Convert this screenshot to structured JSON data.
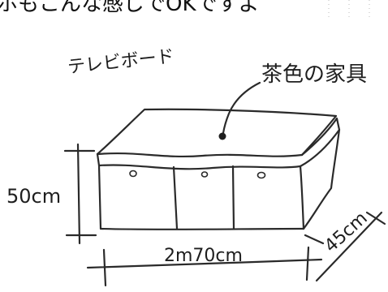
{
  "header_text": "ホもこんな感じでOKですよ",
  "labels": {
    "item_name": "テレビボード",
    "material": "茶色の家具",
    "height": "50cm",
    "width": "2m70cm",
    "depth": "45cm"
  }
}
